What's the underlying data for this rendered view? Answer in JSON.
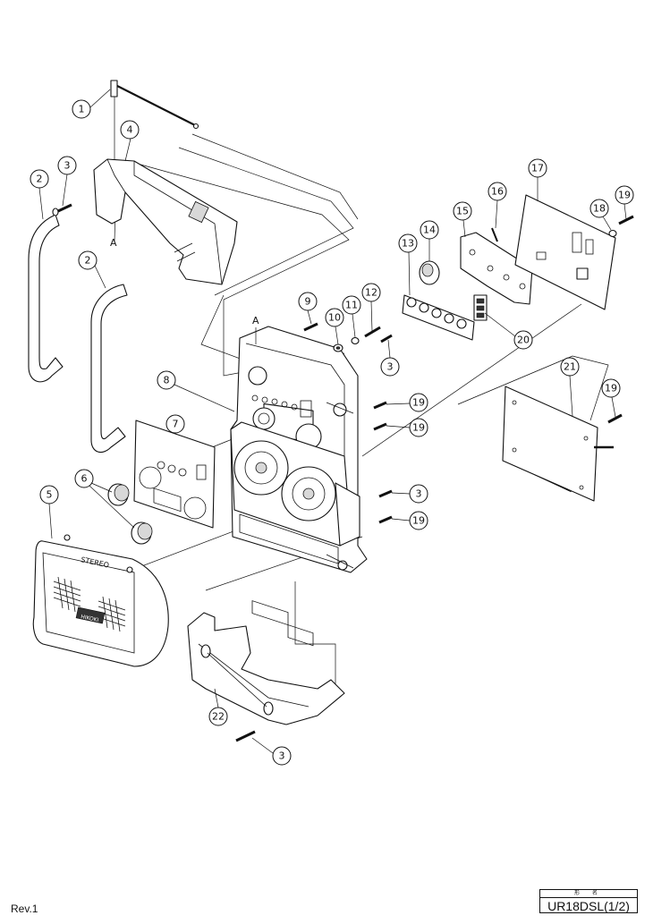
{
  "revision": "Rev.1",
  "model_header": "形 名",
  "model_name": "UR18DSL(1/2)",
  "section_mark": "A",
  "panel_text": {
    "stereo": "STEREO",
    "brand": "HIKOKI"
  },
  "callouts": [
    "1",
    "2",
    "3",
    "4",
    "5",
    "6",
    "7",
    "8",
    "9",
    "10",
    "11",
    "12",
    "13",
    "14",
    "15",
    "16",
    "17",
    "18",
    "19",
    "20",
    "21",
    "22"
  ],
  "callout_labels": {
    "c1": "1",
    "c2a": "2",
    "c2b": "2",
    "c3a": "3",
    "c3b": "3",
    "c3c": "3",
    "c3d": "3",
    "c4": "4",
    "c5": "5",
    "c6": "6",
    "c7": "7",
    "c8": "8",
    "c9": "9",
    "c10": "10",
    "c11": "11",
    "c12": "12",
    "c13": "13",
    "c14": "14",
    "c15": "15",
    "c16": "16",
    "c17": "17",
    "c18": "18",
    "c19a": "19",
    "c19b": "19",
    "c19c": "19",
    "c19d": "19",
    "c20": "20",
    "c21": "21",
    "c22": "22"
  }
}
